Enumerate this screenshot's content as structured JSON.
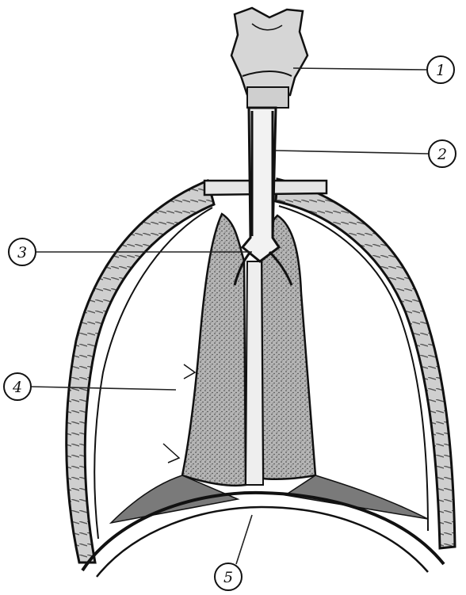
{
  "callouts": [
    {
      "id": "1",
      "label": "1"
    },
    {
      "id": "2",
      "label": "2"
    },
    {
      "id": "3",
      "label": "3"
    },
    {
      "id": "4",
      "label": "4"
    },
    {
      "id": "5",
      "label": "5"
    }
  ],
  "colors": {
    "ink": "#111111",
    "shading": "#6b6b6b",
    "lung_fill": "#8c8c8c",
    "paper": "#ffffff"
  }
}
